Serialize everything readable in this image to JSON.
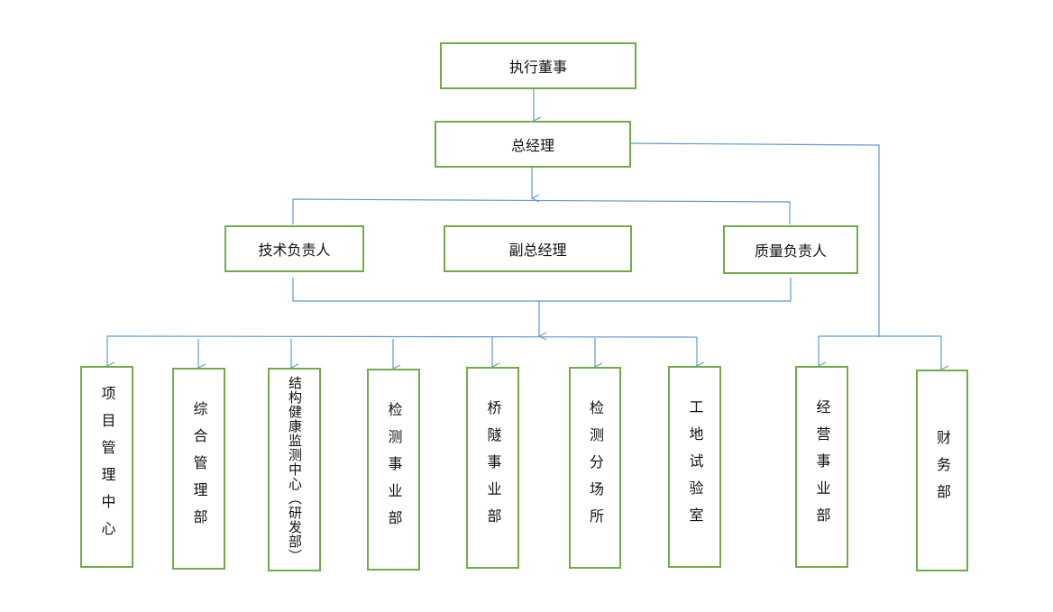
{
  "org_chart": {
    "level1": "执行董事",
    "level2": "总经理",
    "level3": [
      "技术负责人",
      "副总经理",
      "质量负责人"
    ],
    "departments": [
      "项目管理中心",
      "综合管理部",
      "结构健康监测中心（研发部）",
      "检测事业部",
      "桥隧事业部",
      "检测分场所",
      "工地试验室",
      "经营事业部",
      "财务部"
    ]
  },
  "colors": {
    "box_border": "#70ad47",
    "connector": "#5b9bd5"
  }
}
